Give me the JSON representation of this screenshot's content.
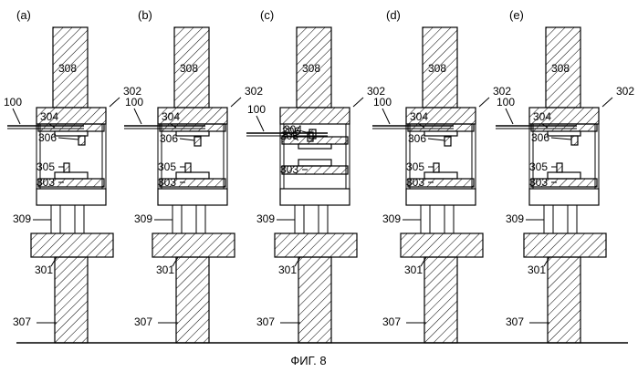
{
  "figure": {
    "caption": "ФИГ. 8"
  },
  "labels": {
    "n301": "301",
    "n302": "302",
    "n303": "303",
    "n304": "304",
    "n305": "305",
    "n306": "306",
    "n307": "307",
    "n308": "308",
    "n309": "309",
    "n100": "100"
  },
  "panels": [
    {
      "id": "a",
      "label": "(a)",
      "state": "open"
    },
    {
      "id": "b",
      "label": "(b)",
      "state": "approach"
    },
    {
      "id": "c",
      "label": "(c)",
      "state": "pressed"
    },
    {
      "id": "d",
      "label": "(d)",
      "state": "release"
    },
    {
      "id": "e",
      "label": "(e)",
      "state": "open"
    }
  ]
}
